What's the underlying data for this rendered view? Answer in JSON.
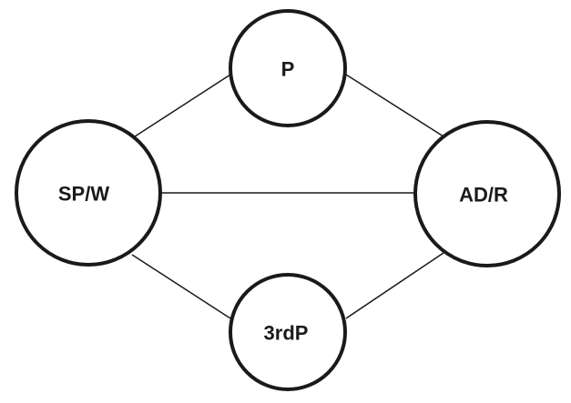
{
  "diagram": {
    "nodes": [
      {
        "id": "P",
        "label": "P"
      },
      {
        "id": "SPW",
        "label": "SP/W"
      },
      {
        "id": "ADR",
        "label": "AD/R"
      },
      {
        "id": "3rdP",
        "label": "3rdP"
      }
    ],
    "edges": [
      {
        "from": "SPW",
        "to": "P"
      },
      {
        "from": "P",
        "to": "ADR"
      },
      {
        "from": "SPW",
        "to": "ADR"
      },
      {
        "from": "SPW",
        "to": "3rdP"
      },
      {
        "from": "3rdP",
        "to": "ADR"
      }
    ],
    "colors": {
      "stroke": "#1a1a1a",
      "background": "#ffffff"
    }
  }
}
